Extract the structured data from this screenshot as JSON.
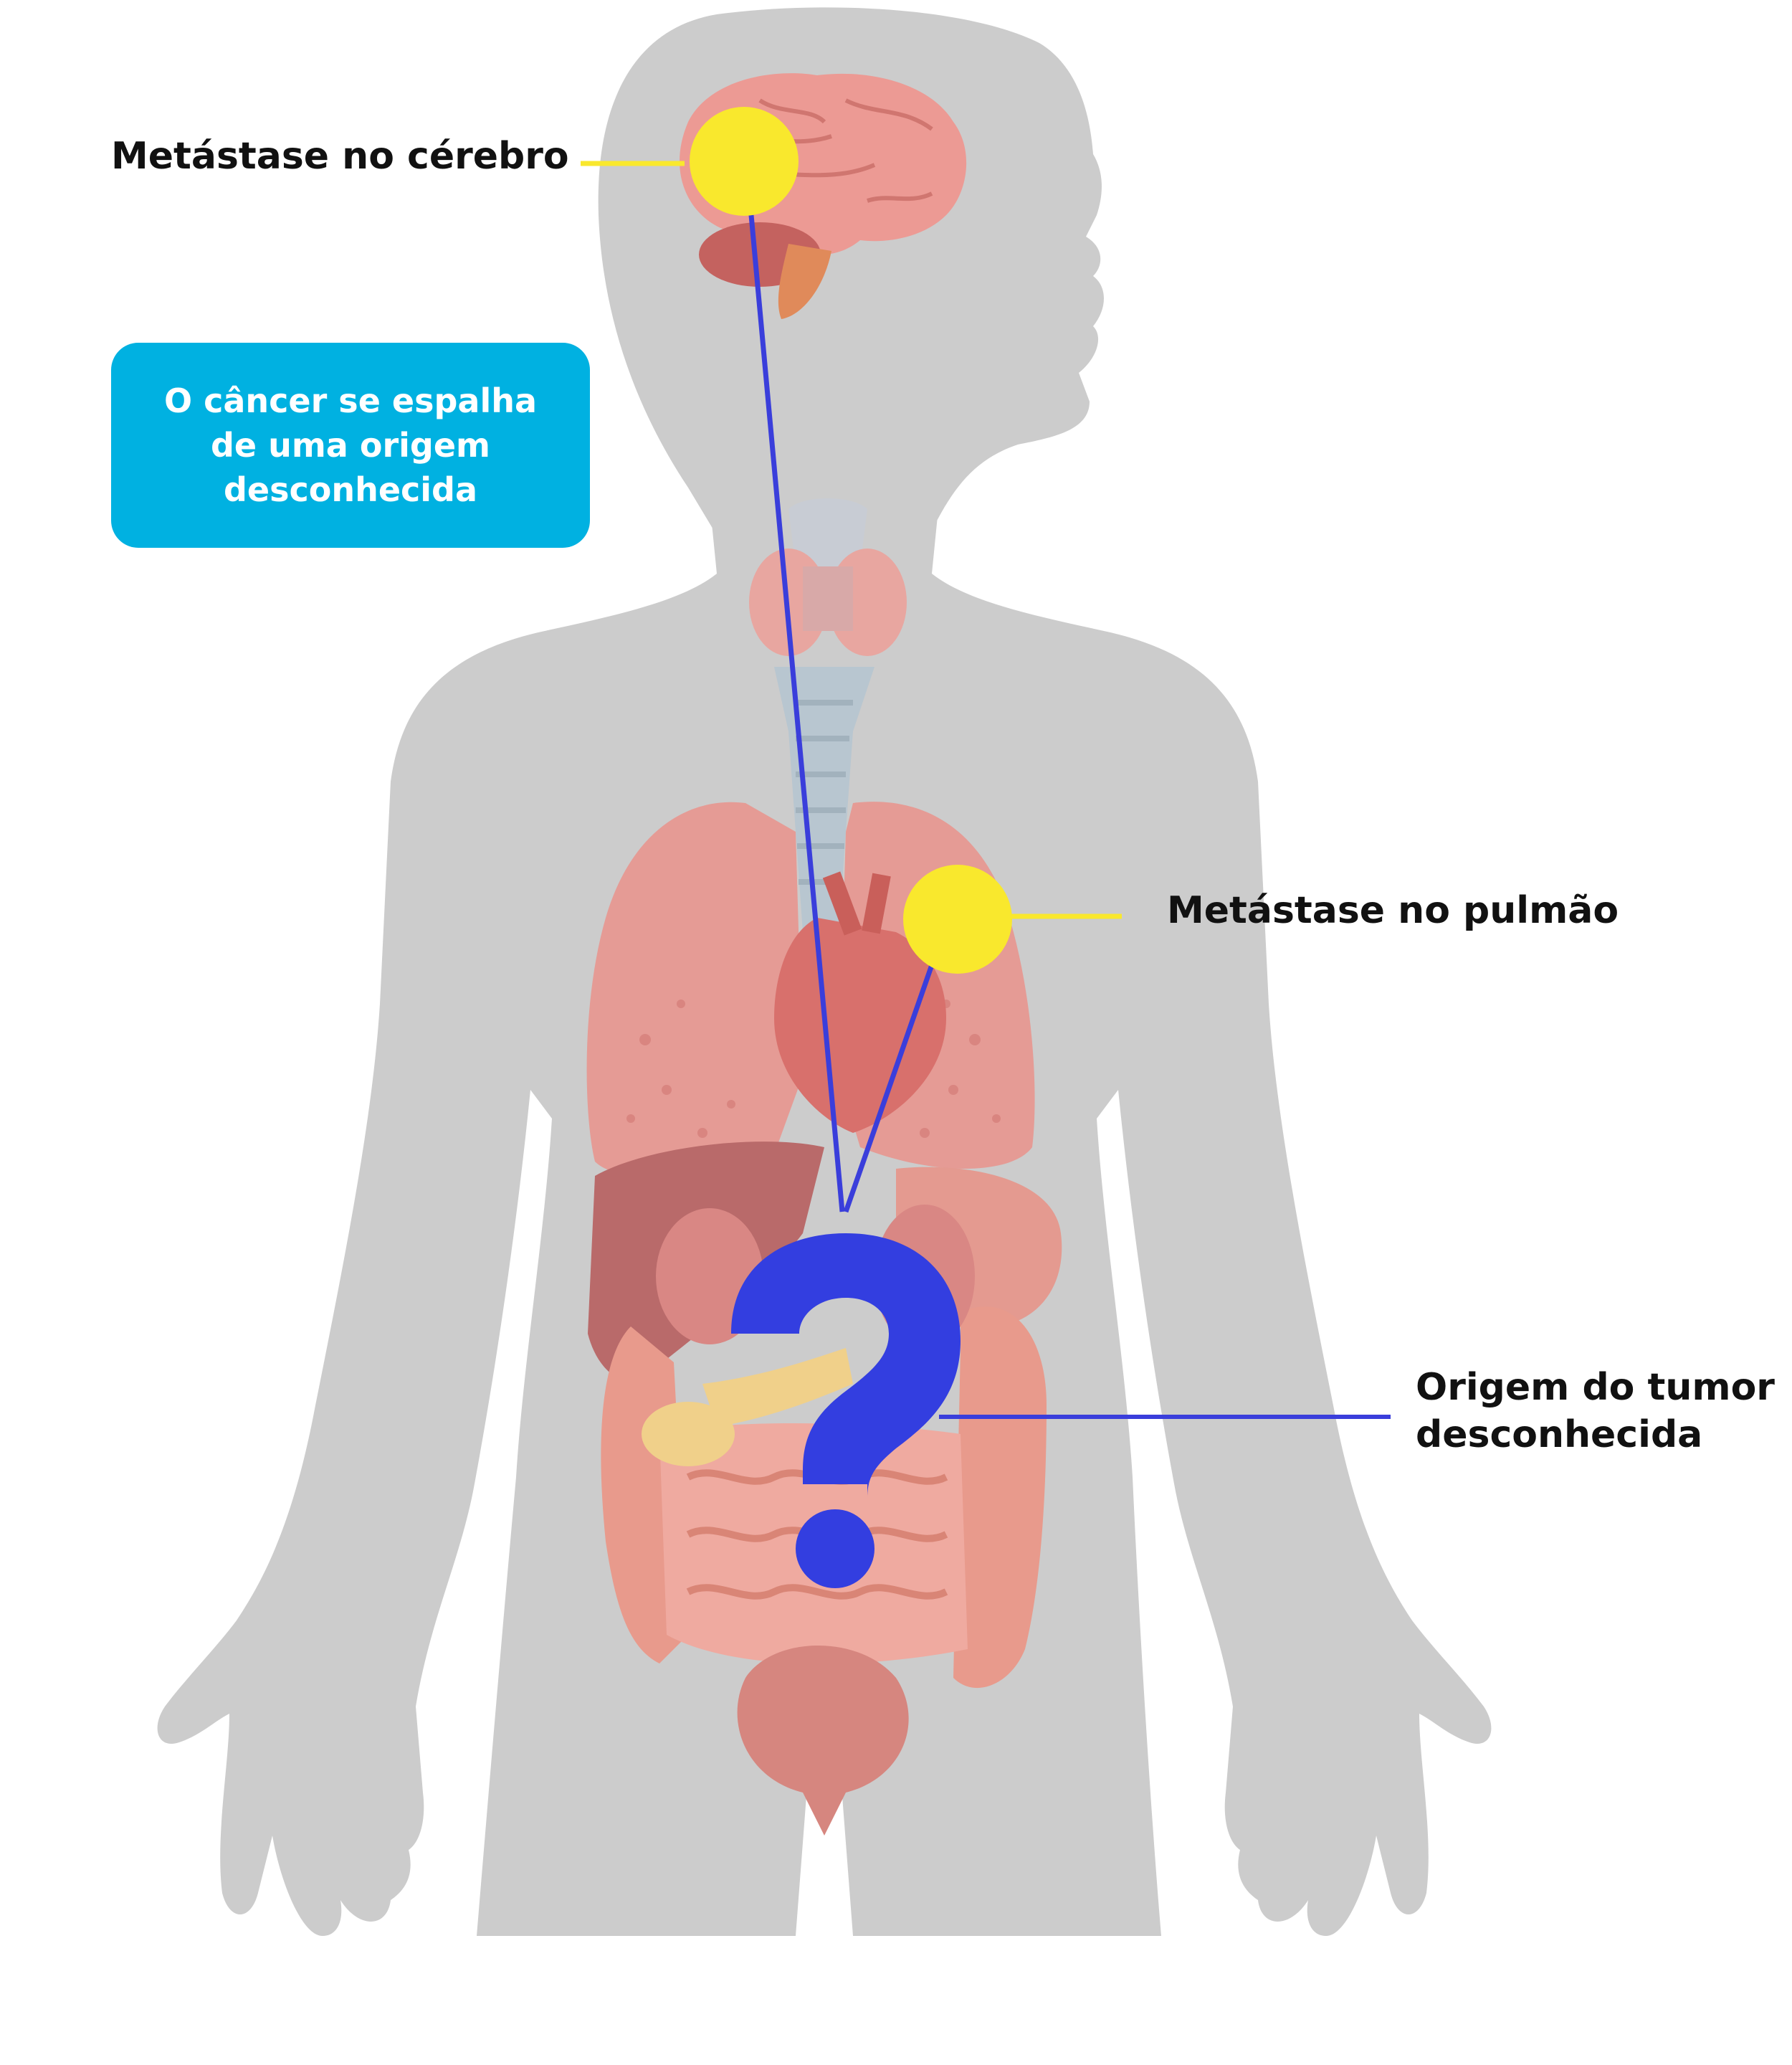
{
  "labels": {
    "brain_metastasis": "Metástase no cérebro",
    "lung_metastasis": "Metástase no pulmão",
    "origin_line1": "Origem do tumor",
    "origin_line2": "desconhecida"
  },
  "info_box": {
    "line1": "O câncer se espalha",
    "line2": "de uma origem",
    "line3": "desconhecida"
  },
  "colors": {
    "background": "#ffffff",
    "silhouette": "#cccccc",
    "metastasis_marker": "#f9e82d",
    "connector_blue": "#3a3edb",
    "question_mark": "#333ee0",
    "info_box": "#00b1e1",
    "organ_pink": "#e8908a"
  },
  "icons": {
    "question_mark": "question-mark-icon",
    "brain": "brain-icon",
    "lungs": "lungs-icon",
    "heart": "heart-icon",
    "intestines": "intestines-icon",
    "bladder": "bladder-icon"
  }
}
